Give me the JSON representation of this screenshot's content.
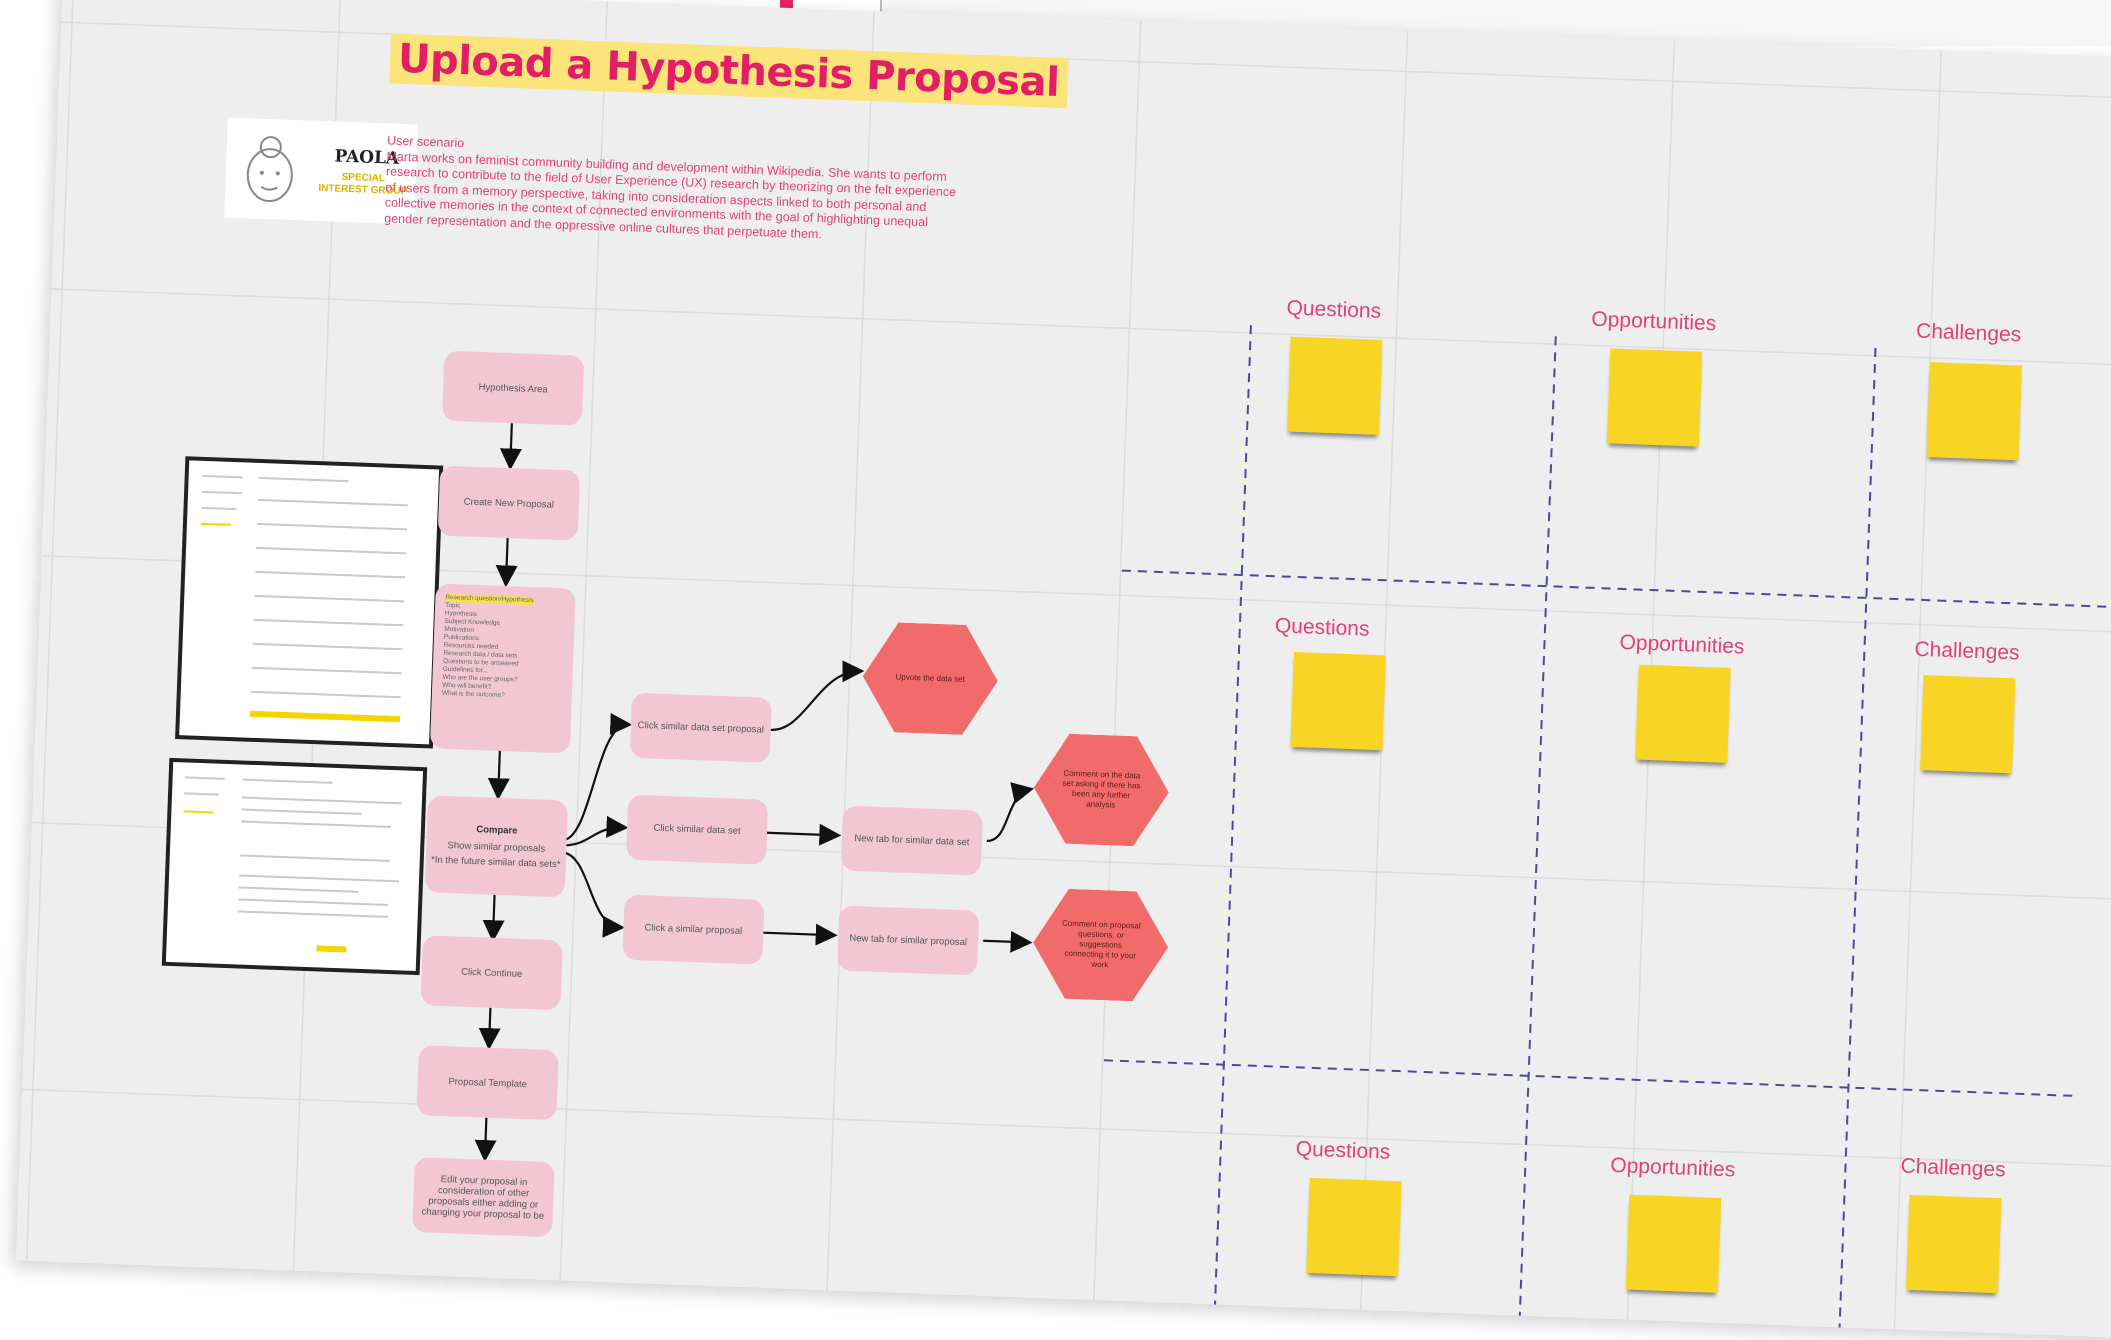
{
  "page": {
    "title": "Upload a Hypothesis Proposal"
  },
  "logo": {
    "line1": "PAOLA",
    "line2": "SPECIAL INTEREST GROUP"
  },
  "scenario": {
    "heading": "User scenario",
    "body": "Marta works on feminist community building and development within Wikipedia. She wants to perform research to  contribute to the field of User Experience (UX) research by theorizing  on the felt experience of users from a memory perspective, taking into  consideration aspects linked to both personal and collective memories in  the context of connected environments with the goal of highlighting  unequal gender representation and the oppressive online cultures that perpetuate them."
  },
  "flow": {
    "hypothesis_area": "Hypothesis Area",
    "create_new_proposal": "Create New Proposal",
    "form_lines": [
      "Research question/Hypothesis",
      "Topic",
      "Hypothesis",
      "Subject Knowledge",
      "Motivation",
      "Publications",
      "Resources needed",
      "Research data / data sets",
      "Questions to be answered",
      "Guidelines for...",
      "Who are the user groups?",
      "Who will benefit?",
      "What is the outcome?"
    ],
    "compare_title": "Compare",
    "compare_line1": "Show similar proposals",
    "compare_line2": "*In the future similar data sets*",
    "click_similar_data_set_proposal": "Click similar data set proposal",
    "click_similar_data_set": "Click similar data set",
    "click_similar_proposal": "Click a similar proposal",
    "new_tab_similar_data_set": "New tab for similar data set",
    "new_tab_similar_proposal": "New tab for similar proposal",
    "upvote": "Upvote the data set",
    "comment_data_set": "Comment on the data set asking if there has been any further analysis",
    "comment_proposal": "Comment on proposal questions, or suggestions connecting it to your work",
    "click_continue": "Click Continue",
    "proposal_template": "Proposal Template",
    "edit_proposal": "Edit your proposal in consideration of other proposals either adding or changing your proposal to be"
  },
  "grid": {
    "rows": [
      {
        "questions": "Questions",
        "opportunities": "Opportunities",
        "challenges": "Challenges"
      },
      {
        "questions": "Questions",
        "opportunities": "Opportunities",
        "challenges": "Challenges"
      },
      {
        "questions": "Questions",
        "opportunities": "Opportunities",
        "challenges": "Challenges"
      }
    ]
  },
  "colors": {
    "title_pink": "#e21f66",
    "title_highlight": "#fbe479",
    "node_pink": "#f2c7d3",
    "hex_red": "#f26b6b",
    "sticky_yellow": "#f8d424",
    "divider_blue": "#4a4a9a"
  }
}
